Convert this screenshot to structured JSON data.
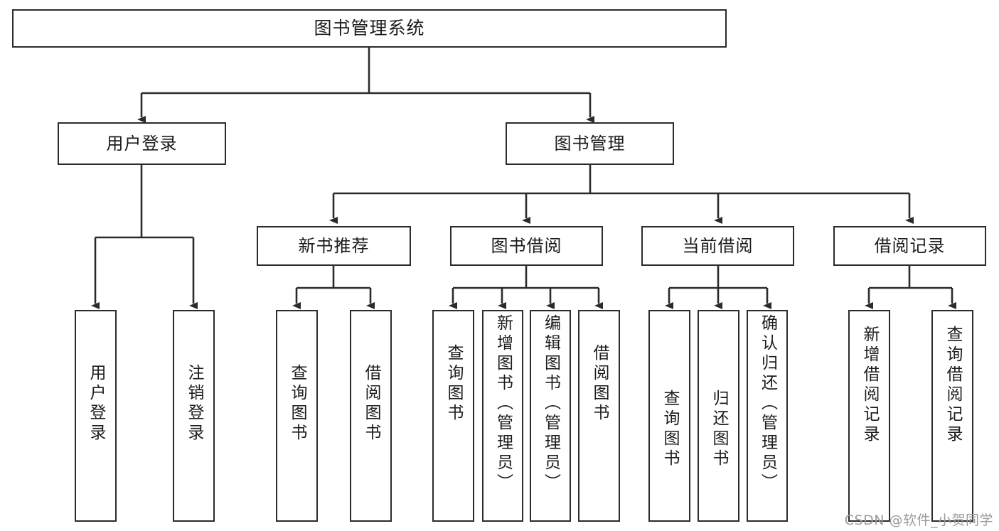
{
  "diagram": {
    "type": "tree",
    "title": "图书管理系统",
    "orientation": "top-down",
    "levels": 4,
    "colors": {
      "box_border": "#2b2b2b",
      "box_fill": "#ffffff",
      "connector": "#2b2b2b",
      "text": "#1c1c1c",
      "watermark": "#9b9b9b",
      "background": "#ffffff"
    },
    "root": {
      "label": "图书管理系统"
    },
    "level2": [
      {
        "label": "用户登录"
      },
      {
        "label": "图书管理"
      }
    ],
    "level3": [
      {
        "label": "新书推荐"
      },
      {
        "label": "图书借阅"
      },
      {
        "label": "当前借阅"
      },
      {
        "label": "借阅记录"
      }
    ],
    "leaves": {
      "user_login": [
        {
          "label": "用户登录"
        },
        {
          "label": "注销登录"
        }
      ],
      "new_book": [
        {
          "label": "查询图书"
        },
        {
          "label": "借阅图书"
        }
      ],
      "book_borrow": [
        {
          "label": "查询图书"
        },
        {
          "label": "新增图书（管理员）"
        },
        {
          "label": "编辑图书（管理员）"
        },
        {
          "label": "借阅图书"
        }
      ],
      "current_borrow": [
        {
          "label": "查询图书"
        },
        {
          "label": "归还图书"
        },
        {
          "label": "确认归还（管理员）"
        }
      ],
      "borrow_record": [
        {
          "label": "新增借阅记录"
        },
        {
          "label": "查询借阅记录"
        }
      ]
    },
    "edges": [
      {
        "from": "图书管理系统",
        "to": "用户登录"
      },
      {
        "from": "图书管理系统",
        "to": "图书管理"
      },
      {
        "from": "用户登录",
        "to": "用户登录"
      },
      {
        "from": "用户登录",
        "to": "注销登录"
      },
      {
        "from": "图书管理",
        "to": "新书推荐"
      },
      {
        "from": "图书管理",
        "to": "图书借阅"
      },
      {
        "from": "图书管理",
        "to": "当前借阅"
      },
      {
        "from": "图书管理",
        "to": "借阅记录"
      },
      {
        "from": "新书推荐",
        "to": "查询图书"
      },
      {
        "from": "新书推荐",
        "to": "借阅图书"
      },
      {
        "from": "图书借阅",
        "to": "查询图书"
      },
      {
        "from": "图书借阅",
        "to": "新增图书（管理员）"
      },
      {
        "from": "图书借阅",
        "to": "编辑图书（管理员）"
      },
      {
        "from": "图书借阅",
        "to": "借阅图书"
      },
      {
        "from": "当前借阅",
        "to": "查询图书"
      },
      {
        "from": "当前借阅",
        "to": "归还图书"
      },
      {
        "from": "当前借阅",
        "to": "确认归还（管理员）"
      },
      {
        "from": "借阅记录",
        "to": "新增借阅记录"
      },
      {
        "from": "借阅记录",
        "to": "查询借阅记录"
      }
    ]
  },
  "watermark": {
    "text": "CSDN @软件_小贺同学"
  }
}
